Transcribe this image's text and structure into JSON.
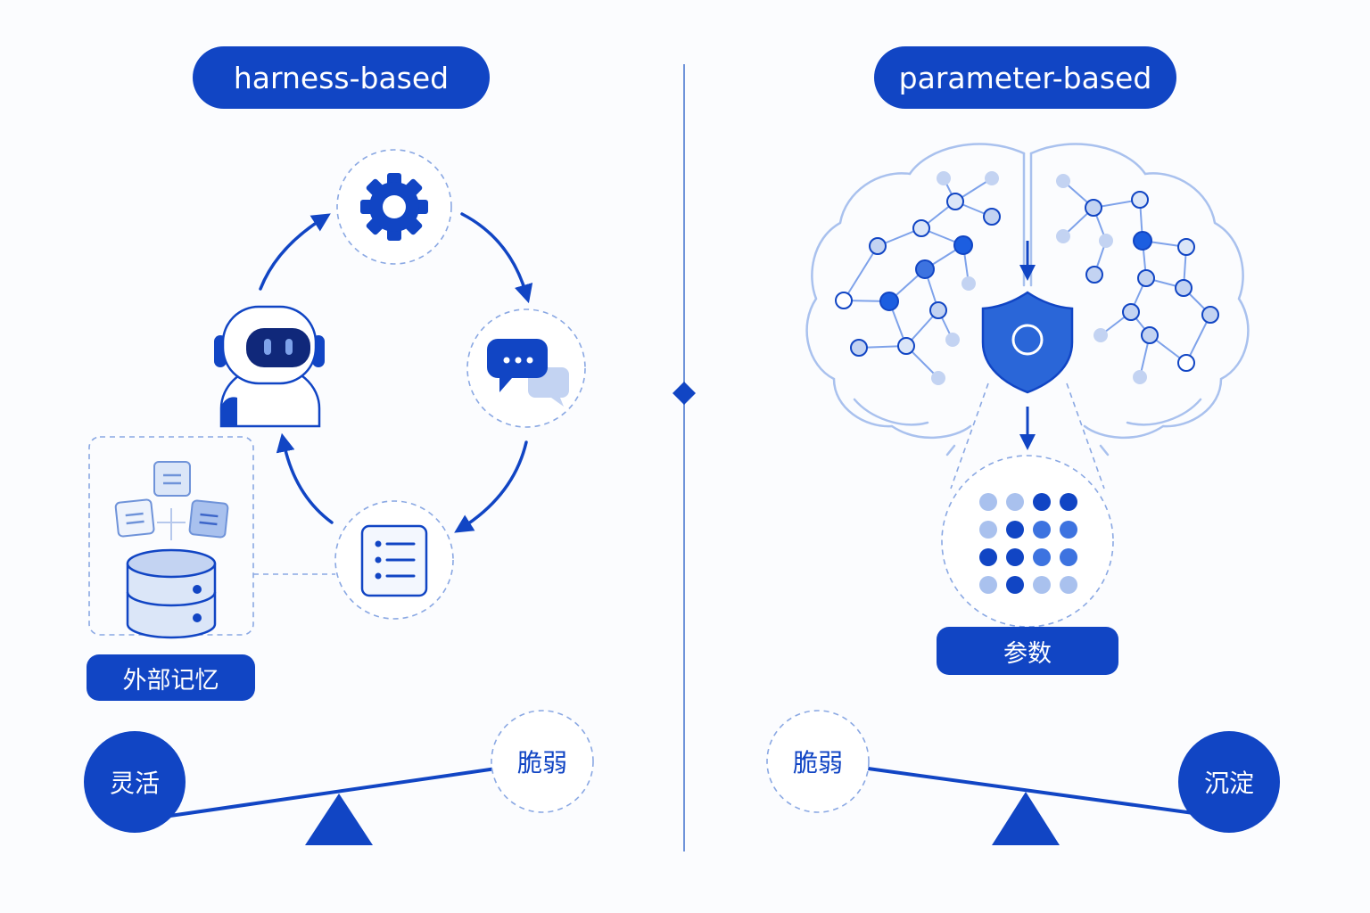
{
  "colors": {
    "primary": "#1145c4",
    "light": "#a9c1ee",
    "pale": "#dbe6f8",
    "mid": "#6f93d9",
    "background": "#fbfcfe"
  },
  "left": {
    "title": "harness-based",
    "memory_label": "外部记忆",
    "loop_icons": [
      "gear-icon",
      "chat-icon",
      "list-icon",
      "robot-icon"
    ],
    "balance": {
      "heavy_label": "灵活",
      "light_label": "脆弱"
    }
  },
  "right": {
    "title": "parameter-based",
    "params_label": "参数",
    "icons": [
      "brain-network-icon",
      "shield-icon",
      "param-grid-icon"
    ],
    "balance": {
      "light_label": "脆弱",
      "heavy_label": "沉淀"
    }
  }
}
